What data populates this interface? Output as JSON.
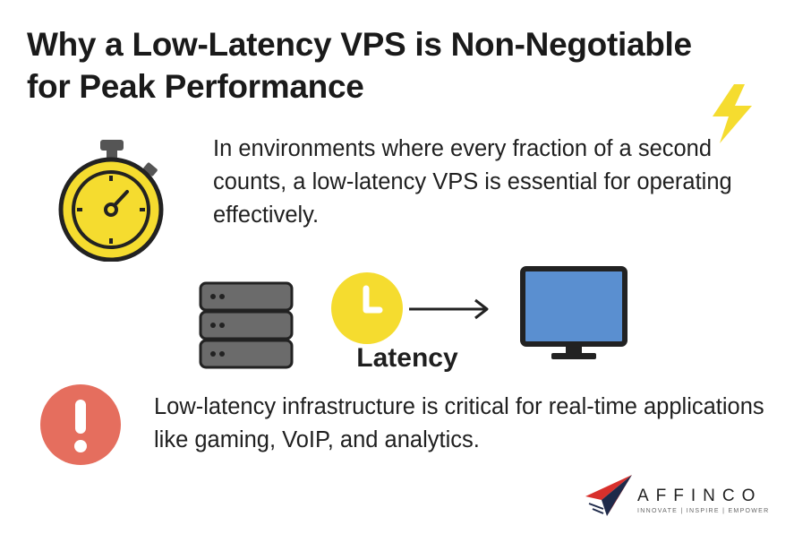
{
  "title": {
    "line1": "Why a Low-Latency VPS is Non-Negotiable",
    "line2": "for Peak Performance"
  },
  "intro_text": "In environments where every fraction of a second counts, a low-latency VPS is essential for operating effectively.",
  "diagram": {
    "label": "Latency"
  },
  "warning_text": "Low-latency infrastructure is critical for real-time applications like gaming, VoIP, and analytics.",
  "brand": {
    "name": "AFFINCO",
    "tagline": "INNOVATE | INSPIRE | EMPOWER"
  },
  "colors": {
    "yellow": "#F5DC2F",
    "red": "#E56E5E",
    "monitor_blue": "#5A8FD0",
    "server_gray": "#6B6B6B",
    "brand_red": "#D8302C",
    "brand_navy": "#1E2A4A"
  },
  "icons": [
    "stopwatch-icon",
    "lightning-icon",
    "server-icon",
    "clock-icon",
    "arrow-right-icon",
    "monitor-icon",
    "exclamation-icon",
    "paper-plane-logo-icon"
  ]
}
